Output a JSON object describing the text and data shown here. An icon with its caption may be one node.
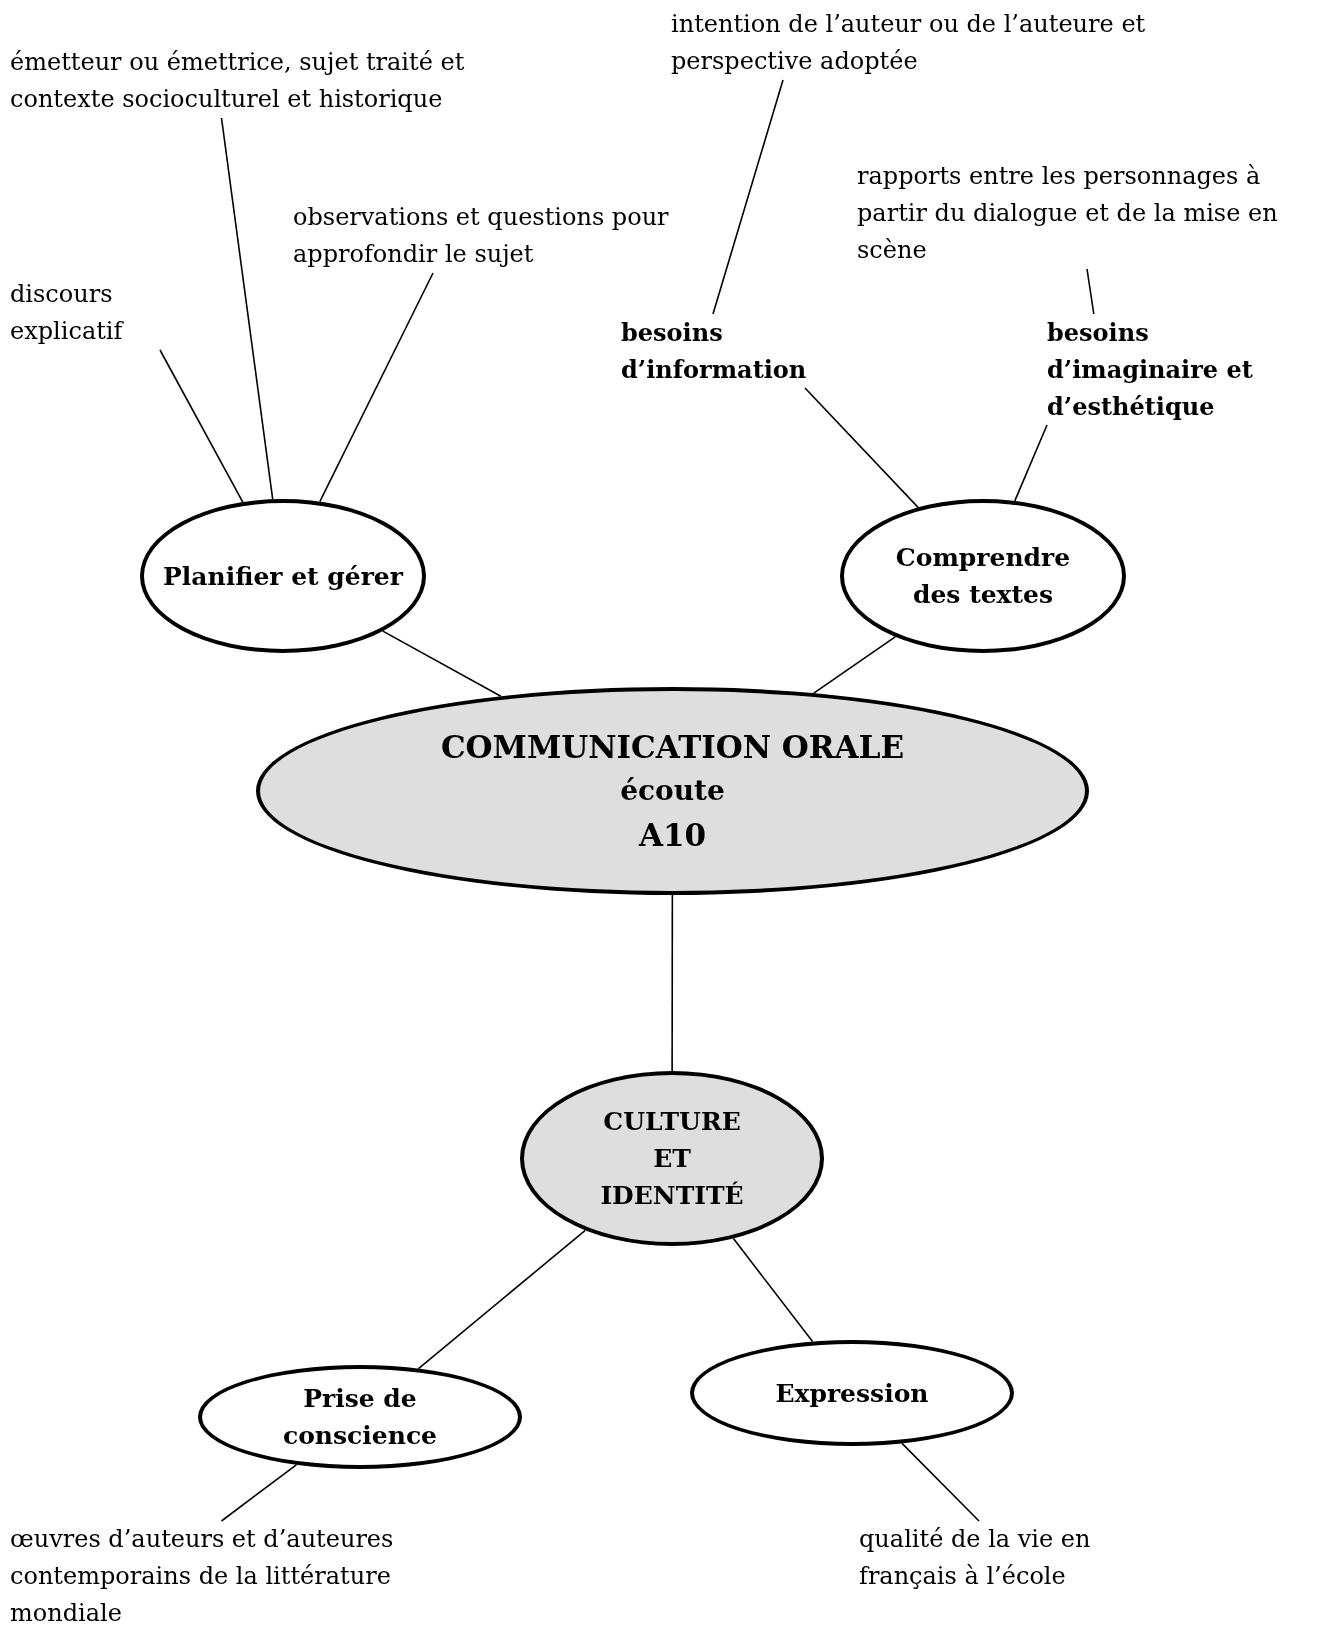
{
  "diagram": {
    "nodes": [
      {
        "text": [
          "émetteur ou émettrice, sujet traité et contexte socioculturel et historique"
        ]
      },
      {
        "text": [
          "intention de l’auteur ou de l’auteure et perspective adoptée"
        ]
      },
      {
        "text": [
          "observations et questions pour approfondir le sujet"
        ]
      },
      {
        "text": [
          "rapports entre les personnages à partir du dialogue et de la mise en scène"
        ]
      },
      {
        "text": [
          "discours explicatif"
        ]
      },
      {
        "text": [
          "besoins d’information"
        ]
      },
      {
        "text": [
          "besoins d’imaginaire et d’esthétique"
        ]
      },
      {
        "text": [
          "Planifier et gérer"
        ]
      },
      {
        "text": [
          "Comprendre des textes"
        ]
      },
      {
        "text": [
          "COMMUNICATION ORALE",
          "écoute",
          "A10"
        ]
      },
      {
        "text": [
          "CULTURE ET IDENTITÉ"
        ]
      },
      {
        "text": [
          "Prise de conscience"
        ]
      },
      {
        "text": [
          "Expression"
        ]
      },
      {
        "text": [
          "œuvres d’auteurs et d’auteures contemporains de la littérature mondiale"
        ]
      },
      {
        "text": [
          "qualité de la vie en français à l’école"
        ]
      }
    ],
    "edges": [
      {
        "from": 9,
        "to": 7,
        "arrow": "none"
      },
      {
        "from": 9,
        "to": 8,
        "arrow": "none"
      },
      {
        "from": 9,
        "to": 10,
        "arrow": "none"
      },
      {
        "from": 10,
        "to": 11,
        "arrow": "none"
      },
      {
        "from": 10,
        "to": 12,
        "arrow": "none"
      },
      {
        "from": 7,
        "to": 0,
        "arrow": "none"
      },
      {
        "from": 7,
        "to": 2,
        "arrow": "none"
      },
      {
        "from": 7,
        "to": 4,
        "arrow": "none"
      },
      {
        "from": 8,
        "to": 5,
        "arrow": "none"
      },
      {
        "from": 8,
        "to": 6,
        "arrow": "none"
      },
      {
        "from": 5,
        "to": 1,
        "arrow": "none"
      },
      {
        "from": 6,
        "to": 3,
        "arrow": "none"
      },
      {
        "from": 11,
        "to": 13,
        "arrow": "none"
      },
      {
        "from": 12,
        "to": 14,
        "arrow": "none"
      }
    ]
  }
}
